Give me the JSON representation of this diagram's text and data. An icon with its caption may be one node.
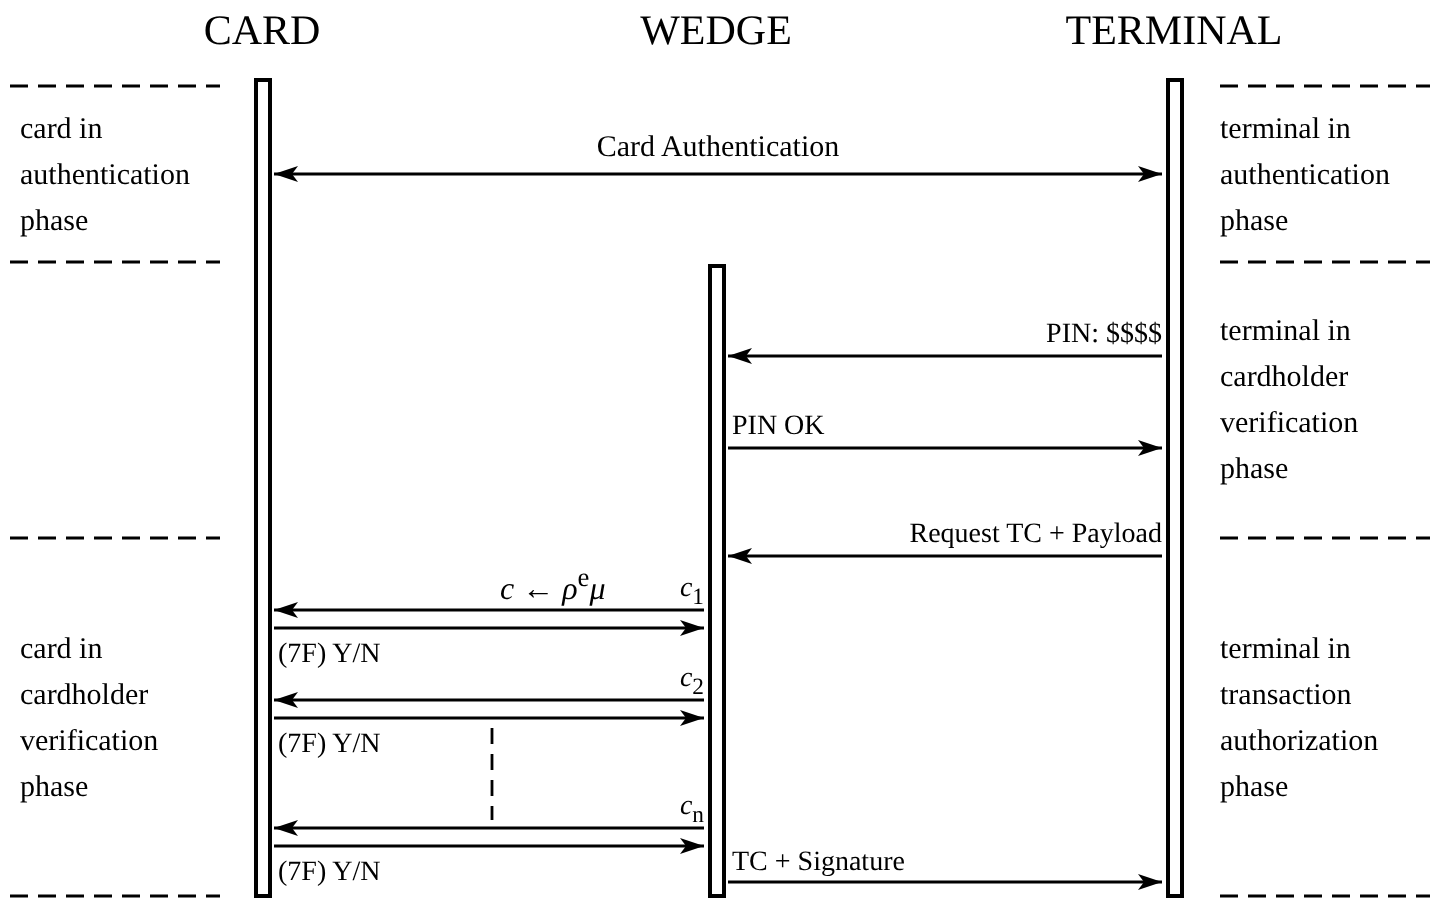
{
  "diagram": {
    "nodes": [
      {
        "text": [
          "CARD"
        ]
      },
      {
        "text": [],
        "shape": "bar"
      },
      {
        "text": [
          "TERMINAL"
        ]
      }
    ],
    "edges": [
      {
        "from": 0,
        "to": 2,
        "arrow": "both",
        "label": "Card Authentication"
      },
      {
        "from": 2,
        "to": 1,
        "arrow": "to",
        "label": "PIN: $$$$"
      },
      {
        "from": 1,
        "to": 2,
        "arrow": "to",
        "label": "PIN OK"
      },
      {
        "from": 2,
        "to": 1,
        "arrow": "to",
        "label": "Request TC + Payload"
      },
      {
        "from": 1,
        "to": 0,
        "arrow": "to",
        "label": "*c*$_{1}$"
      },
      {
        "from": 0,
        "to": 1,
        "arrow": "to",
        "label": "(7F) Y/N"
      },
      {
        "from": 1,
        "to": 0,
        "arrow": "to",
        "label": "*c*$_{2}$"
      },
      {
        "from": 0,
        "to": 1,
        "arrow": "to",
        "label": "(7F) Y/N"
      },
      {
        "from": 1,
        "to": 0,
        "arrow": "to",
        "label": "*c*$_{n}$"
      },
      {
        "from": 0,
        "to": 1,
        "arrow": "to",
        "label": "(7F) Y/N"
      },
      {
        "from": 1,
        "to": 2,
        "arrow": "to",
        "label": "TC + Signature"
      }
    ],
    "labels": [
      "WEDGE",
      "card in authentication phase",
      "terminal in authentication phase",
      "terminal in cardholder verification phase",
      "*c* ← *ρ*$^{e}$*μ*",
      "card in cardholder verification phase",
      "terminal in transaction authorization phase"
    ]
  }
}
